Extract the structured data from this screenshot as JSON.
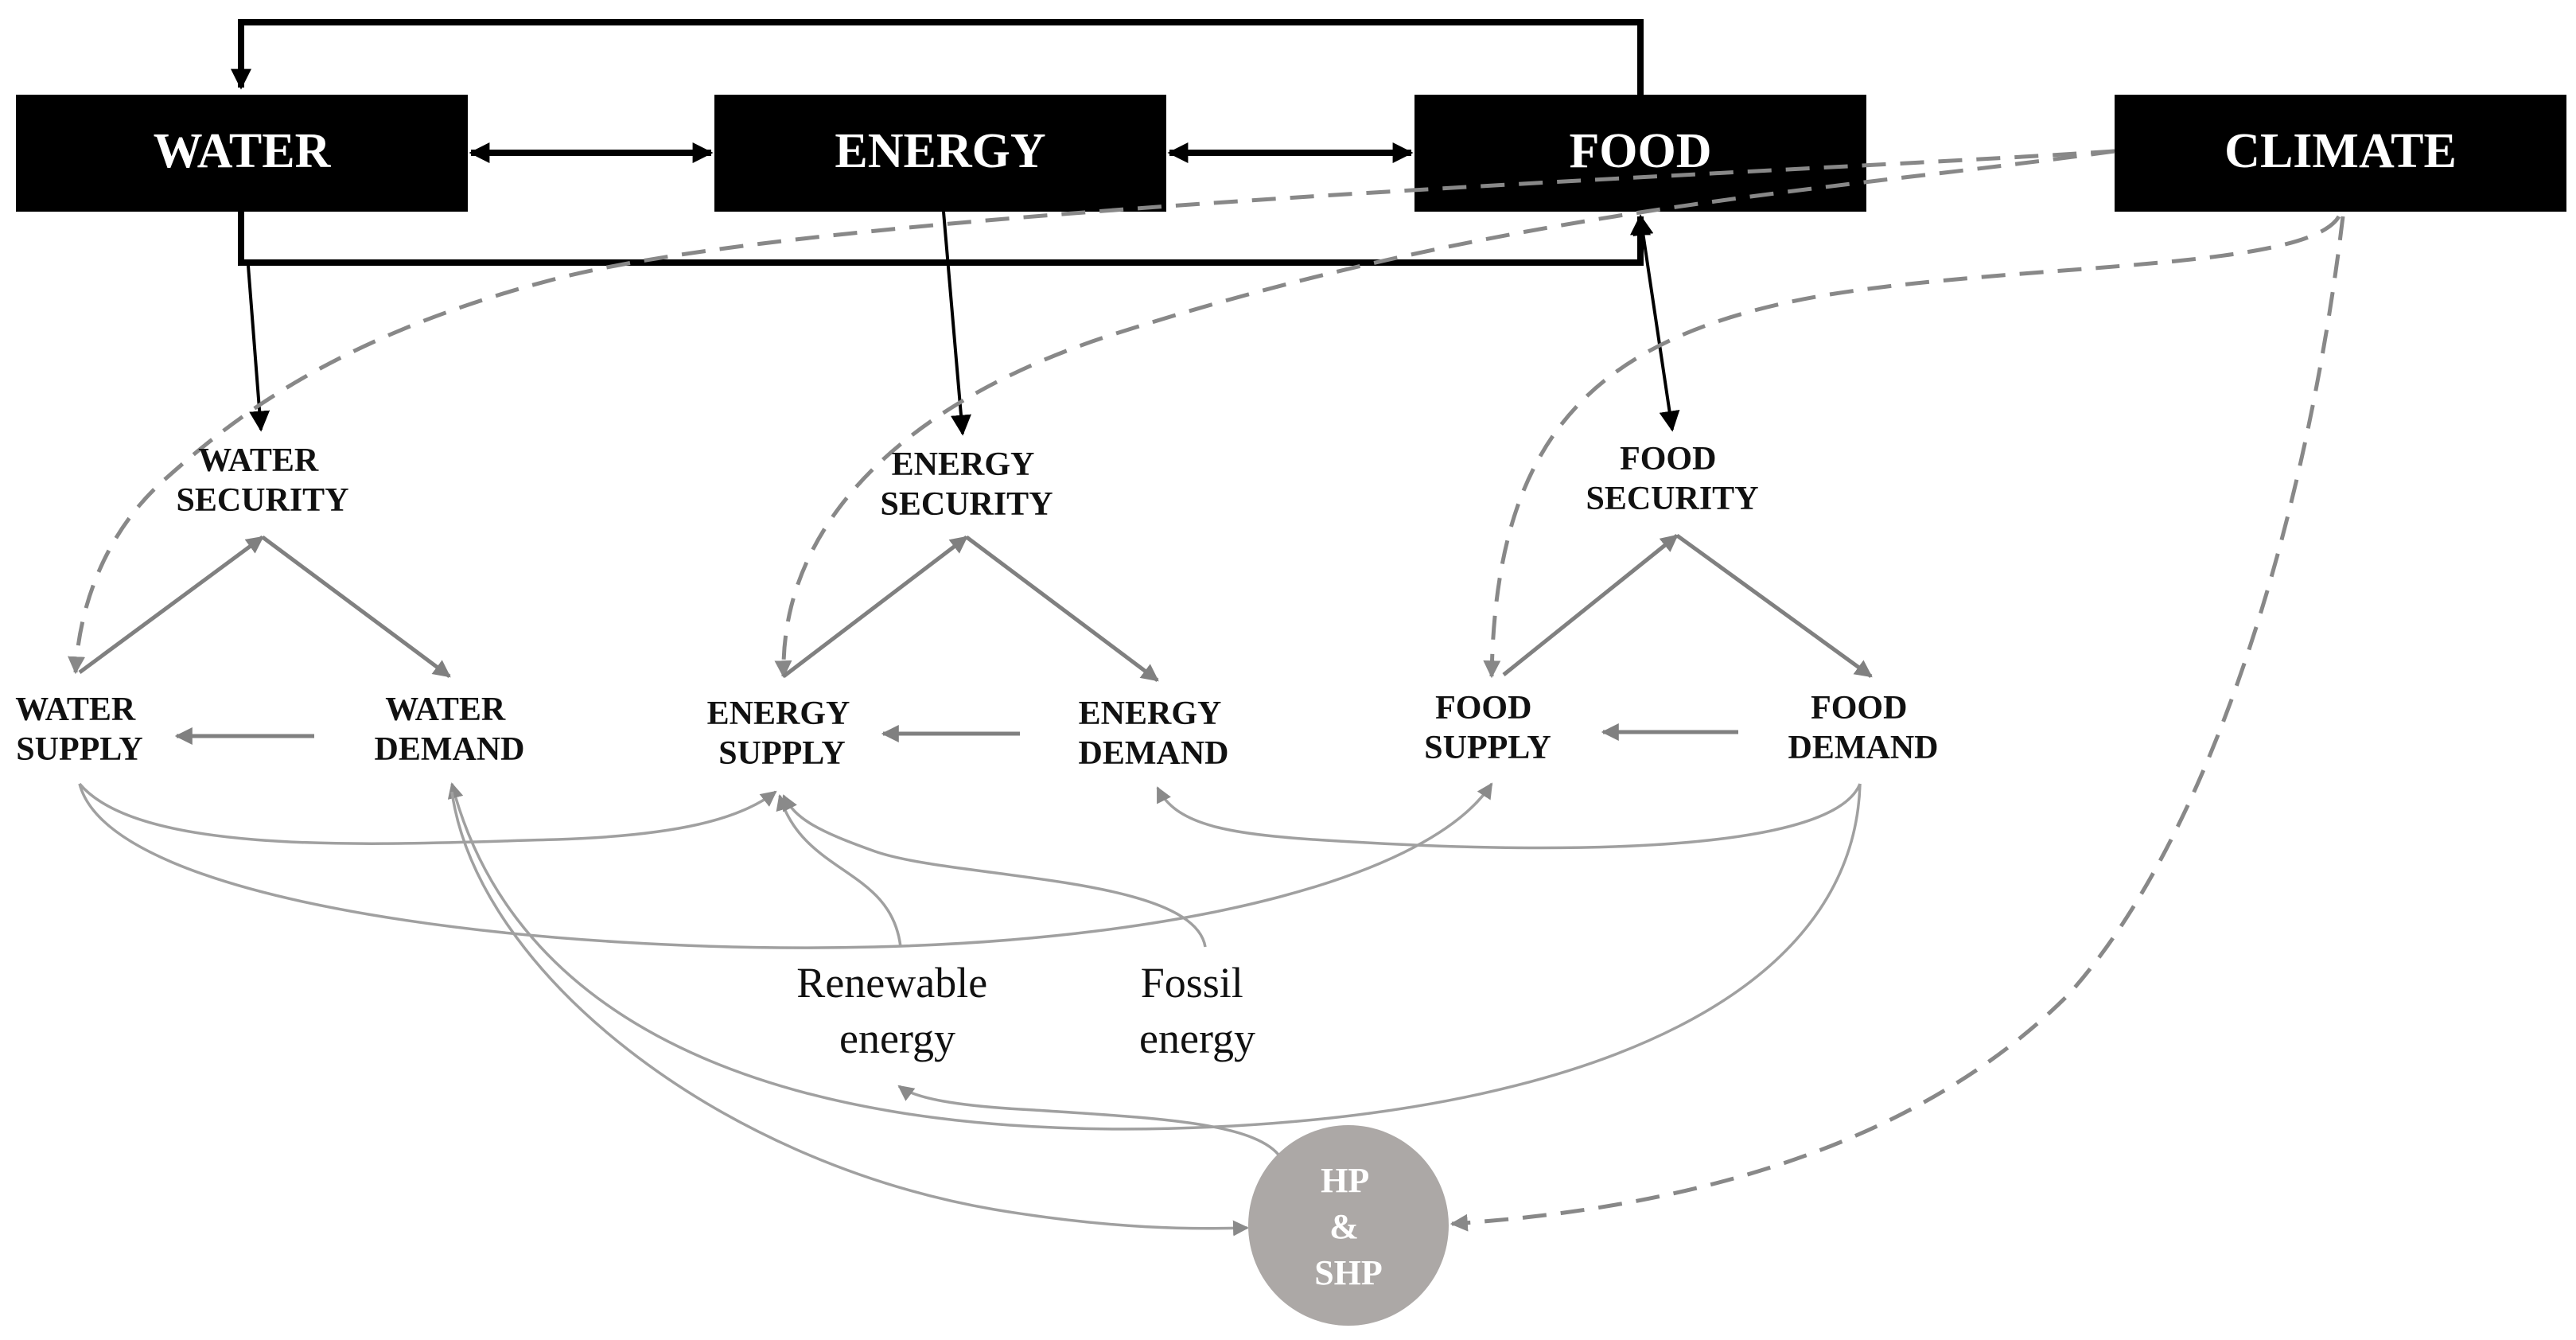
{
  "top_boxes": {
    "water": "WATER",
    "energy": "ENERGY",
    "food": "FOOD",
    "climate": "CLIMATE"
  },
  "security": {
    "water": [
      "WATER",
      "SECURITY"
    ],
    "energy": [
      "ENERGY",
      "SECURITY"
    ],
    "food": [
      "FOOD",
      "SECURITY"
    ]
  },
  "supply": {
    "water": [
      "WATER",
      "SUPPLY"
    ],
    "energy": [
      "ENERGY",
      "SUPPLY"
    ],
    "food": [
      "FOOD",
      "SUPPLY"
    ]
  },
  "demand": {
    "water": [
      "WATER",
      "DEMAND"
    ],
    "energy": [
      "ENERGY",
      "DEMAND"
    ],
    "food": [
      "FOOD",
      "DEMAND"
    ]
  },
  "energy_sources": {
    "renewable": [
      "Renewable",
      "energy"
    ],
    "fossil": [
      "Fossil",
      "energy"
    ]
  },
  "hp_node": [
    "HP",
    "&",
    "SHP"
  ],
  "colors": {
    "box": "#000000",
    "box_text": "#ffffff",
    "grey_arrow": "#808080",
    "thin_line": "#a0a0a0",
    "dashed": "#888888",
    "circle": "#aca8a6"
  }
}
